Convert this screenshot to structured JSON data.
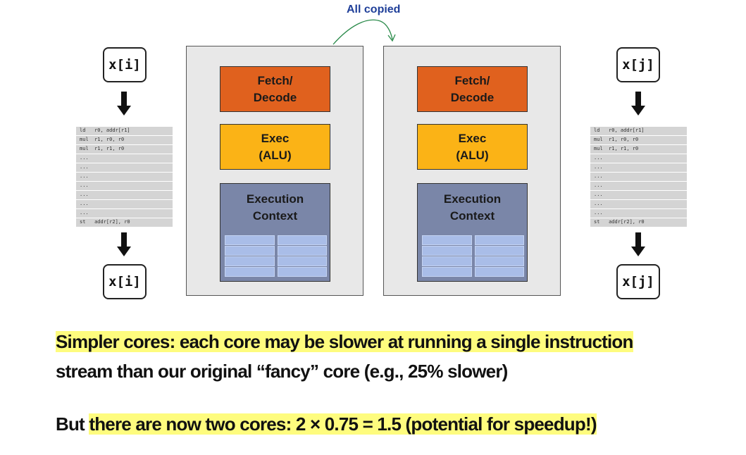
{
  "header": {
    "copied_label": "All copied"
  },
  "left_thread": {
    "input_label": "x[i]",
    "output_label": "x[i]",
    "instructions": [
      "ld   r0, addr[r1]",
      "mul  r1, r0, r0",
      "mul  r1, r1, r0",
      "...",
      "...",
      "...",
      "...",
      "...",
      "...",
      "...",
      "st   addr[r2], r0"
    ]
  },
  "right_thread": {
    "input_label": "x[j]",
    "output_label": "x[j]",
    "instructions": [
      "ld   r0, addr[r1]",
      "mul  r1, r0, r0",
      "mul  r1, r1, r0",
      "...",
      "...",
      "...",
      "...",
      "...",
      "...",
      "...",
      "st   addr[r2], r0"
    ]
  },
  "cores": [
    {
      "fetch_line1": "Fetch/",
      "fetch_line2": "Decode",
      "exec_line1": "Exec",
      "exec_line2": "(ALU)",
      "ctx_line1": "Execution",
      "ctx_line2": "Context"
    },
    {
      "fetch_line1": "Fetch/",
      "fetch_line2": "Decode",
      "exec_line1": "Exec",
      "exec_line2": "(ALU)",
      "ctx_line1": "Execution",
      "ctx_line2": "Context"
    }
  ],
  "text": {
    "line1": "Simpler cores: each core may be slower at running a single instruction",
    "line2": "stream than our original “fancy” core (e.g., 25% slower)",
    "line3_prefix": "But ",
    "line3_highlight": "there are now two cores:  2 × 0.75 = 1.5       (potential for speedup!)"
  },
  "colors": {
    "fetch": "#e0611e",
    "exec": "#fbb316",
    "context": "#7a86a8",
    "register": "#a9bde8",
    "highlight": "#fefc7e",
    "copied_label": "#1f3f99"
  }
}
